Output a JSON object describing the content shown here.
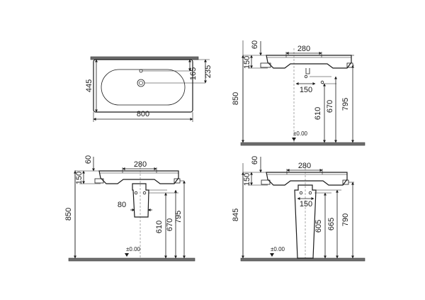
{
  "colors": {
    "line": "#1a1a1a",
    "floor": "#6e6e6e",
    "background": "#ffffff"
  },
  "plan_view": {
    "width": "800",
    "depth": "445",
    "tap_hole_to_back": "165",
    "drain_to_back": "235"
  },
  "wall_hung_view": {
    "back_thickness": "60",
    "tap_spacing": "280",
    "rim_height": "150",
    "trap_offset": "150",
    "floor_label": "±0.00",
    "height": "850",
    "trap_height": "610",
    "drain_height": "670",
    "bracket_height": "795"
  },
  "half_pedestal_view": {
    "back_thickness": "60",
    "tap_spacing": "280",
    "rim_height": "150",
    "pedestal_width": "80",
    "floor_label": "±0.00",
    "height": "850",
    "trap_height": "610",
    "drain_height": "670",
    "bracket_height": "795"
  },
  "full_pedestal_view": {
    "back_thickness": "60",
    "tap_spacing": "280",
    "rim_height": "150",
    "trap_offset": "150",
    "floor_label": "±0.00",
    "height": "845",
    "trap_height": "605",
    "drain_height": "665",
    "bracket_height": "790"
  }
}
